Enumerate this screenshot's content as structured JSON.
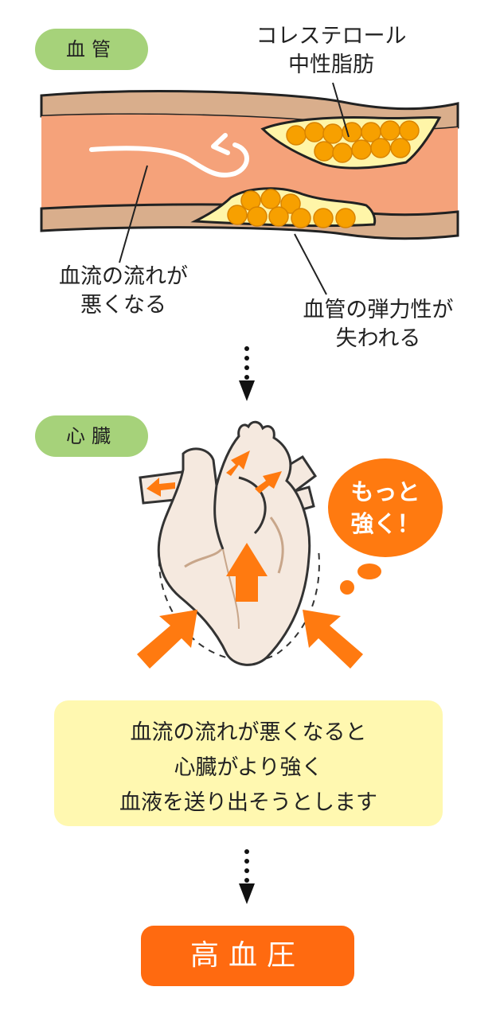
{
  "sections": {
    "vessel_title": "血管",
    "heart_title": "心臓"
  },
  "vessel_labels": {
    "plaque_line1": "コレステロール",
    "plaque_line2": "中性脂肪",
    "flow_line1": "血流の流れが",
    "flow_line2": "悪くなる",
    "elasticity_line1": "血管の弾力性が",
    "elasticity_line2": "失われる"
  },
  "heart_bubble": {
    "line1": "もっと",
    "line2": "強く！"
  },
  "summary": {
    "line1": "血流の流れが悪くなると",
    "line2": "心臓がより強く",
    "line3": "血液を送り出そうとします"
  },
  "result": "高血圧",
  "colors": {
    "green": "#a6d27a",
    "vessel_wall": "#d9ae8c",
    "vessel_inner": "#f5a27a",
    "plaque": "#fff5a8",
    "fat_ball": "#f7a000",
    "arrow_orange": "#ff7a10",
    "heart_fill": "#f5e9df",
    "bubble_orange": "#ff7a10",
    "yellow_box": "#fff8b0",
    "result_bg": "#ff6a10"
  }
}
